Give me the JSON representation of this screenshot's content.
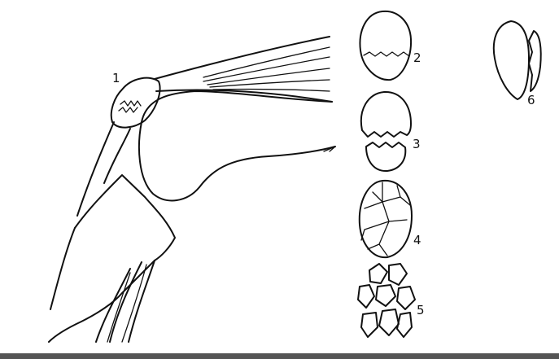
{
  "labels": {
    "patella_marker": "1",
    "fracture_transverse_label": "2",
    "fracture_displaced_label": "3",
    "fracture_stellate_label": "4",
    "fracture_comminuted_label": "5",
    "fracture_vertical_label": "6"
  },
  "colors": {
    "ink": "#111111",
    "background": "#ffffff",
    "bottom_bar": "#555555"
  }
}
